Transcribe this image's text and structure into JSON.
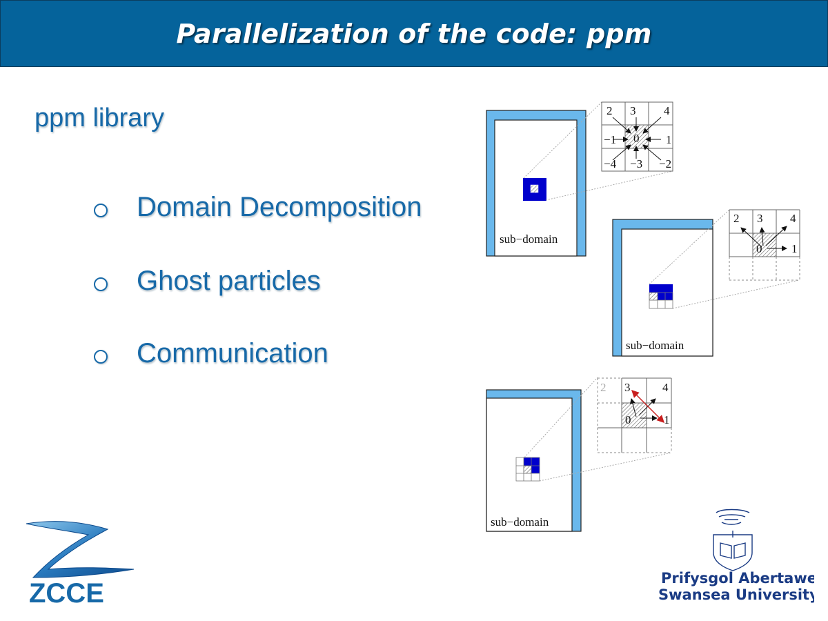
{
  "slide": {
    "title": "Parallelization of the code: ppm",
    "subtitle": "ppm library",
    "bullets": [
      "Domain Decomposition",
      "Ghost particles",
      "Communication"
    ]
  },
  "diagram": {
    "panel1": {
      "label": "sub−domain",
      "grid": [
        "2",
        "3",
        "4",
        "−1",
        "0",
        "1",
        "−4",
        "−3",
        "−2"
      ]
    },
    "panel2": {
      "label": "sub−domain",
      "grid": [
        "2",
        "3",
        "4",
        "0",
        "1"
      ]
    },
    "panel3": {
      "label": "sub−domain",
      "grid": [
        "2",
        "3",
        "4",
        "0",
        "1"
      ]
    }
  },
  "logos": {
    "zcce": "ZCCE",
    "university_welsh": "Prifysgol Abertawe",
    "university_english": "Swansea University"
  },
  "colors": {
    "title_bar": "#05639b",
    "text_blue": "#1769a8",
    "domain_blue": "#6ab8ec",
    "cell_blue": "#0000cc"
  }
}
